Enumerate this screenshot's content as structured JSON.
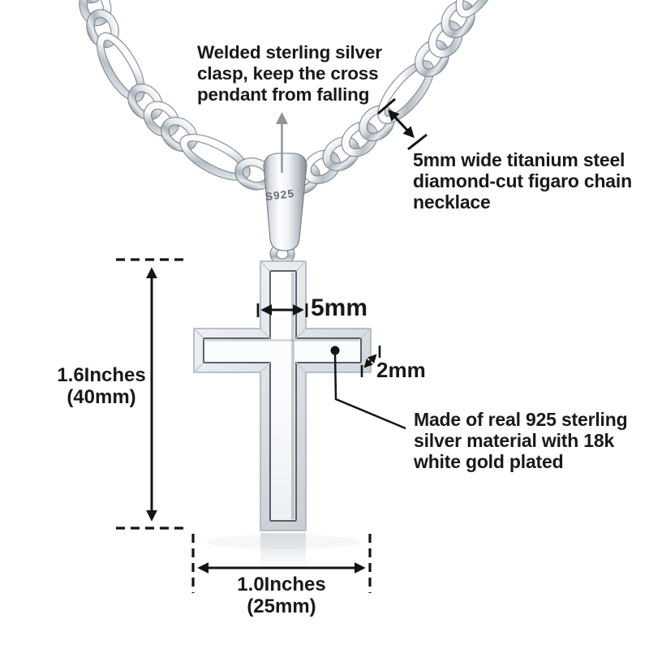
{
  "product": {
    "hallmark": "S925"
  },
  "annotations": {
    "clasp_note": {
      "line1": "Welded sterling silver",
      "line2": "clasp, keep the cross",
      "line3": "pendant from falling"
    },
    "chain_note": {
      "line1": "5mm wide titanium steel",
      "line2": "diamond-cut figaro chain",
      "line3": "necklace"
    },
    "material_note": {
      "line1": "Made of real 925 sterling",
      "line2": "silver material with 18k",
      "line3": "white gold plated"
    },
    "bar_width": "5mm",
    "edge_thickness": "2mm",
    "pendant_height": {
      "inches": "1.6Inches",
      "mm": "(40mm)"
    },
    "pendant_width": {
      "inches": "1.0Inches",
      "mm": "(25mm)"
    }
  },
  "colors": {
    "background": "#ffffff",
    "text": "#191919",
    "dimension_line": "#141414",
    "pointer_gray": "#8f959b",
    "silver_light": "#fcfdfe",
    "silver_mid": "#c3cad1",
    "silver_dark": "#8f979f",
    "engraving": "#646b72"
  }
}
